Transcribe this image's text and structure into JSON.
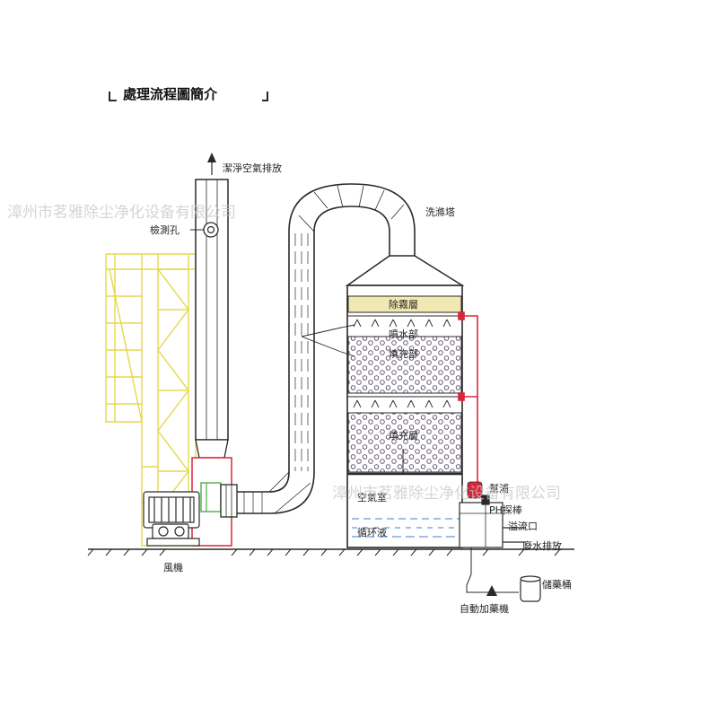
{
  "title": "處理流程圖簡介",
  "labels": {
    "clean_air": "潔淨空氣排放",
    "inspection_hole": "檢測孔",
    "tower": "洗滌塔",
    "demister": "除霧層",
    "spray": "噴水部",
    "packing_1": "填充部",
    "packing_2": "填充層",
    "air_chamber": "空氣室",
    "circulation": "循环液",
    "pump": "幫浦",
    "ph_probe": "PH探棒",
    "overflow": "溢流口",
    "drain": "廢水排放",
    "storage": "儲藥桶",
    "auto_dosing": "自動加藥機",
    "fan": "風機"
  },
  "watermark": "漳州市茗雅除尘净化设备有限公司",
  "colors": {
    "line": "#2a2a2a",
    "yellow": "#e6d84a",
    "red": "#d8263a",
    "demister": "#f1e8b2",
    "water": "#3e7fd6"
  }
}
